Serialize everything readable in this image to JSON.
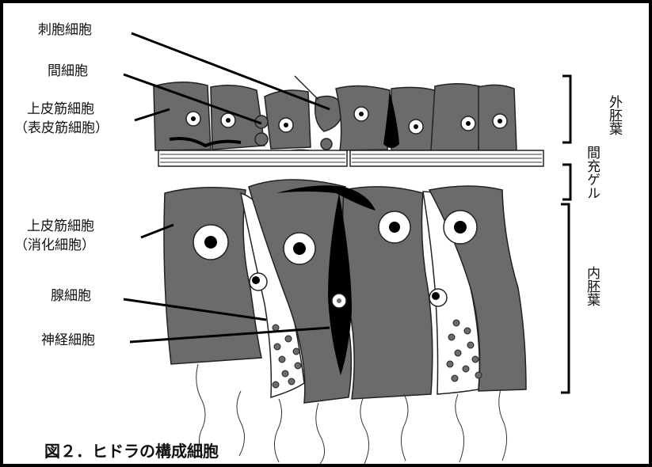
{
  "labels": {
    "cnidocyte": "刺胞細胞",
    "interstitial": "間細胞",
    "epi_ecto_1": "上皮筋細胞",
    "epi_ecto_2": "（表皮筋細胞）",
    "epi_endo_1": "上皮筋細胞",
    "epi_endo_2": "（消化細胞）",
    "gland": "腺細胞",
    "nerve": "神経細胞",
    "ectoderm": "外胚葉",
    "mesoglea": "間充ゲル",
    "endoderm": "内胚葉"
  },
  "caption": "図２．ヒドラの構成細胞",
  "colors": {
    "frame": "#000000",
    "background": "#ffffff",
    "cell_fill": "#6b6b6b",
    "nucleus_outer": "#ffffff",
    "nucleus_inner": "#000000",
    "granule": "#6b6b6b"
  }
}
